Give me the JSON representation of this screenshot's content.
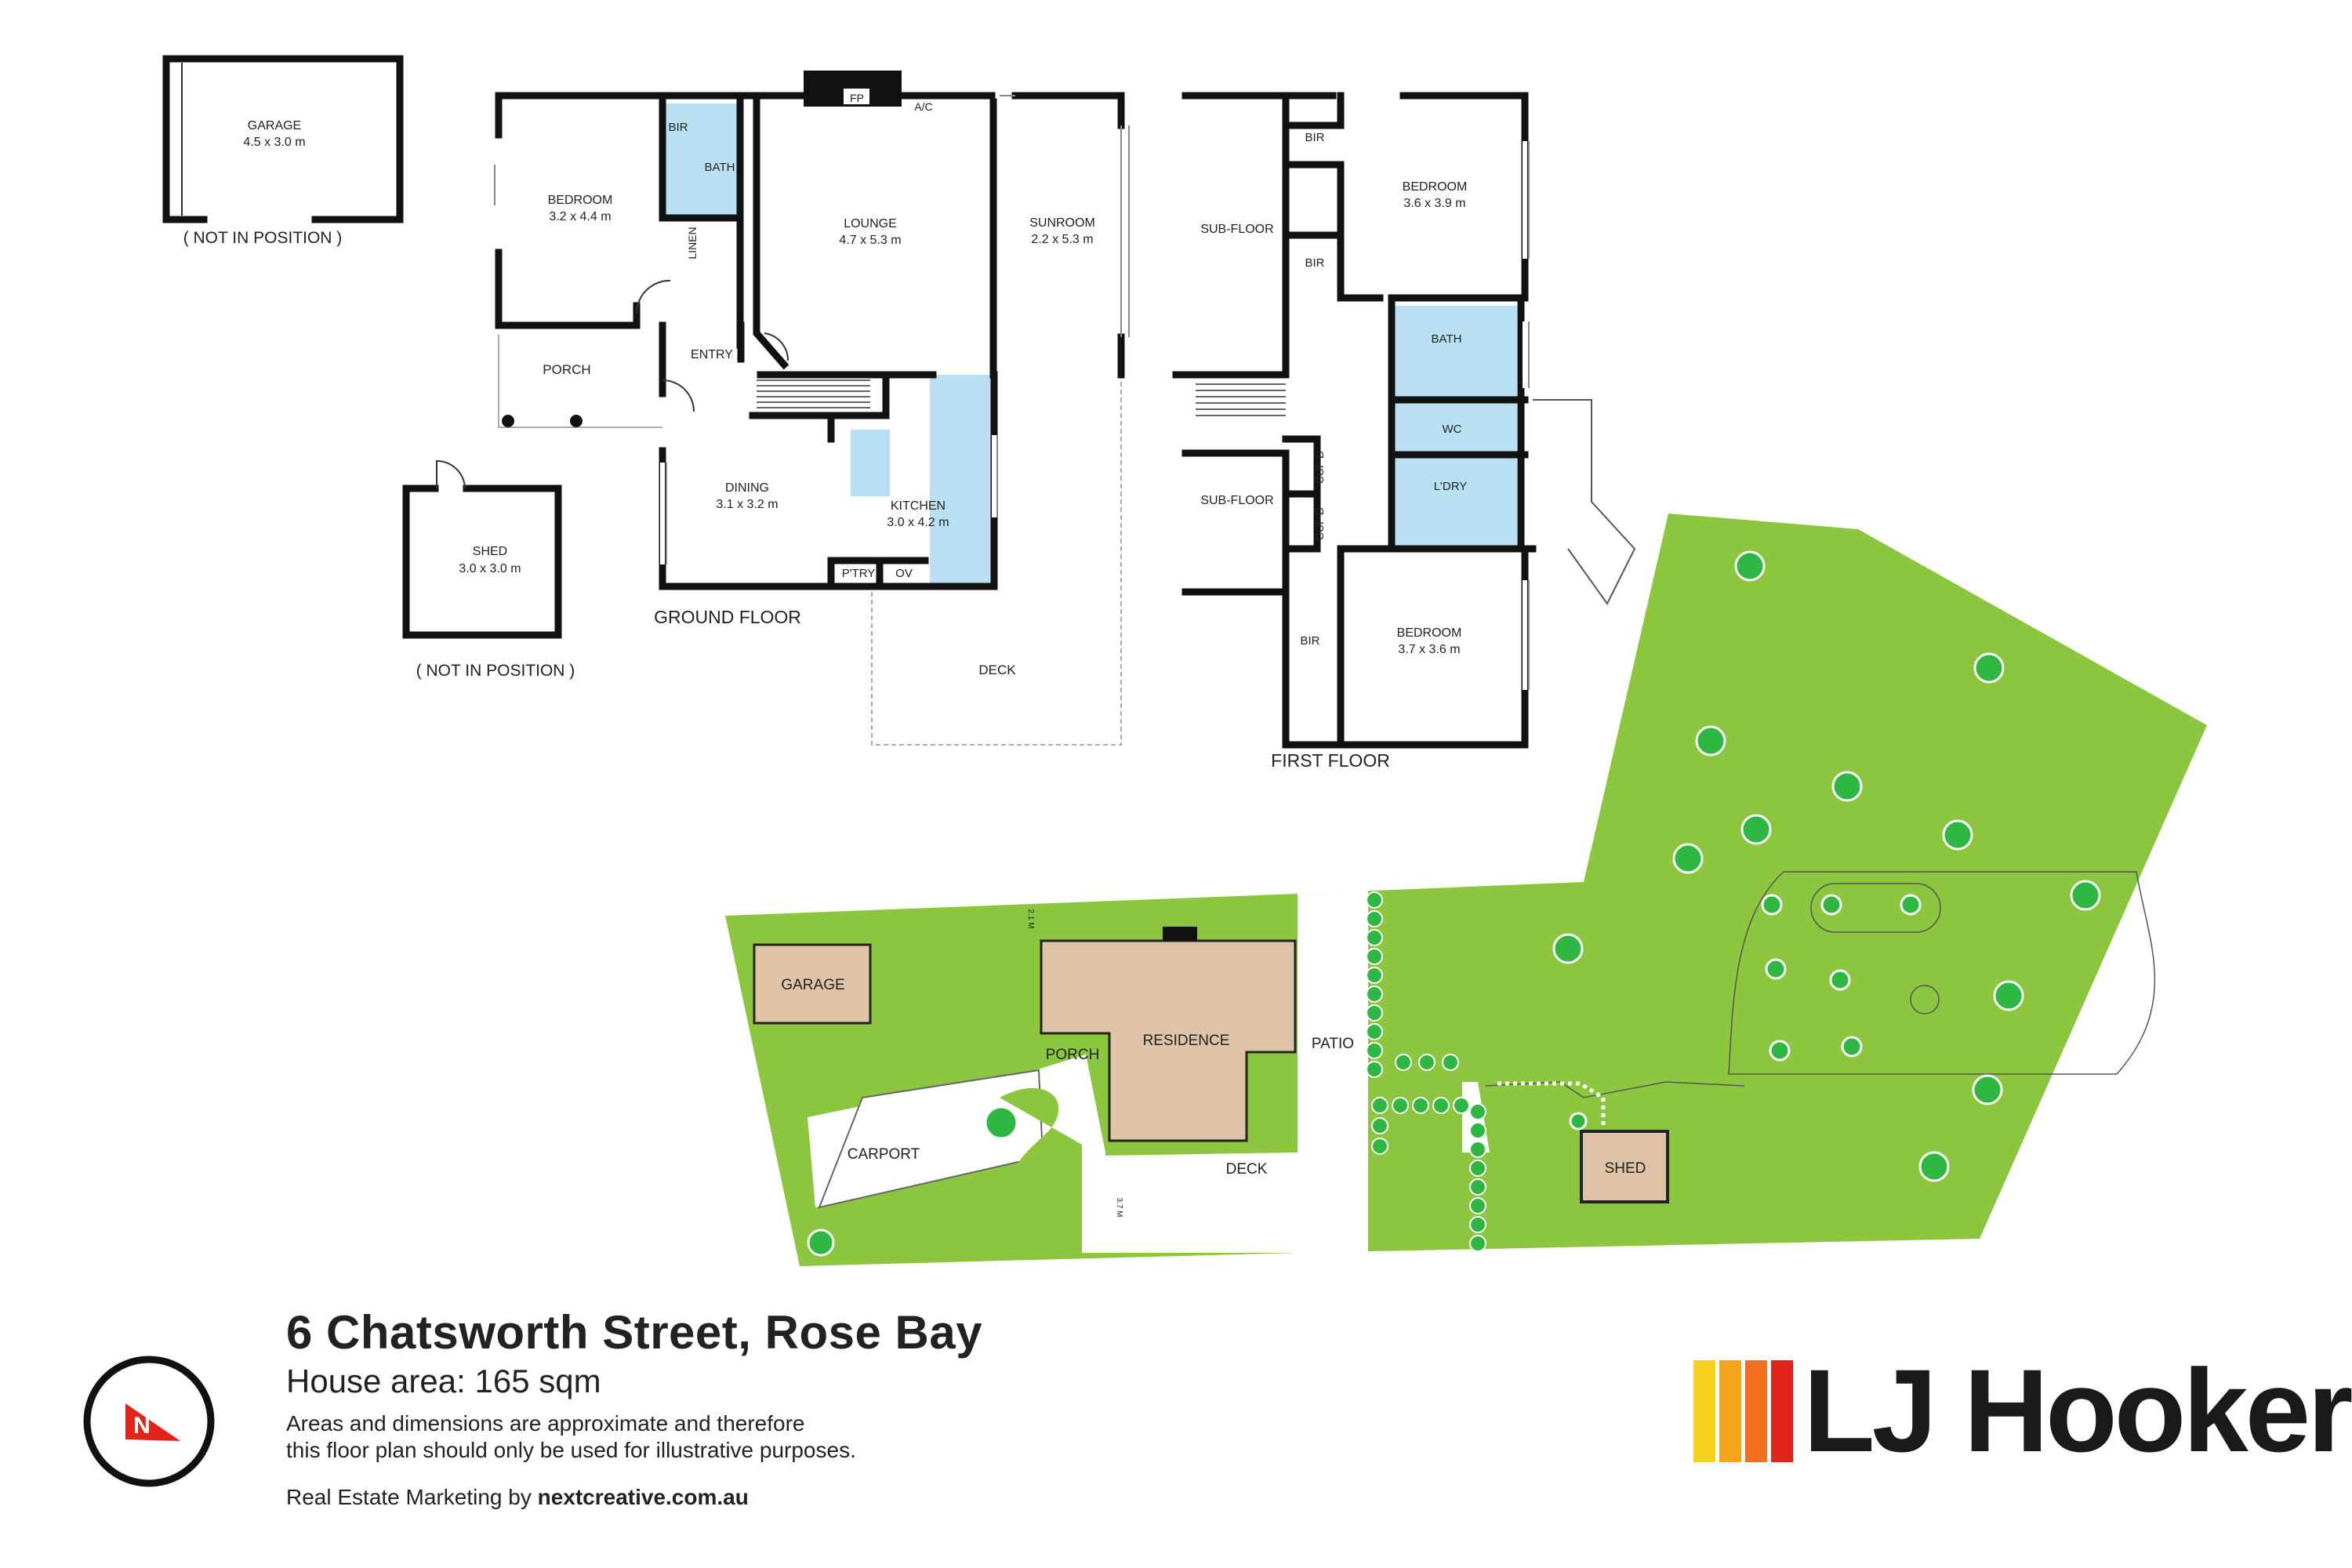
{
  "detached": {
    "garage": {
      "name": "GARAGE",
      "dims": "4.5 x 3.0 m",
      "note": "( NOT IN POSITION )"
    },
    "shed": {
      "name": "SHED",
      "dims": "3.0 x 3.0 m",
      "note": "( NOT IN POSITION )"
    }
  },
  "ground_floor": {
    "title": "GROUND FLOOR",
    "rooms": {
      "bedroom": {
        "name": "BEDROOM",
        "dims": "3.2 x 4.4 m"
      },
      "bir": "BIR",
      "bath": "BATH",
      "linen": "LINEN",
      "fp": "FP",
      "ac": "A/C",
      "lounge": {
        "name": "LOUNGE",
        "dims": "4.7 x 5.3 m"
      },
      "sunroom": {
        "name": "SUNROOM",
        "dims": "2.2 x 5.3 m"
      },
      "porch": "PORCH",
      "entry": "ENTRY",
      "dining": {
        "name": "DINING",
        "dims": "3.1 x 3.2 m"
      },
      "kitchen": {
        "name": "KITCHEN",
        "dims": "3.0 x 4.2 m"
      },
      "pantry": "P'TRY",
      "ov": "OV",
      "deck": "DECK"
    }
  },
  "first_floor": {
    "title": "FIRST FLOOR",
    "rooms": {
      "subfloor_top": "SUB-FLOOR",
      "subfloor_bottom": "SUB-FLOOR",
      "bir_top": "BIR",
      "bir_mid": "BIR",
      "bir_bottom": "BIR",
      "bedroom_top": {
        "name": "BEDROOM",
        "dims": "3.6 x 3.9 m"
      },
      "bath": "BATH",
      "wc": "WC",
      "ldry": "L'DRY",
      "cupd1": "CUP'D",
      "cupd2": "CUP'D",
      "bedroom_bottom": {
        "name": "BEDROOM",
        "dims": "3.7 x 3.6 m"
      }
    }
  },
  "site_plan": {
    "garage": "GARAGE",
    "residence": "RESIDENCE",
    "porch": "PORCH",
    "patio": "PATIO",
    "carport": "CARPORT",
    "deck": "DECK",
    "shed": "SHED",
    "dim_top": "2.1 M",
    "dim_bottom": "3.7 M"
  },
  "footer": {
    "address": "6 Chatsworth Street, Rose Bay",
    "house_area": "House area: 165 sqm",
    "disclaimer_line1": "Areas and dimensions are approximate and therefore",
    "disclaimer_line2": "this floor plan should only be used for illustrative purposes.",
    "marketing_prefix": "Real Estate Marketing by ",
    "marketing_site": "nextcreative.com.au"
  },
  "compass": {
    "letter": "N",
    "icon": "north-arrow-icon"
  },
  "brand": {
    "logo_text": "LJ Hooker",
    "bar_colors": [
      "#f5d11e",
      "#f7a51b",
      "#f37021",
      "#e2231a"
    ]
  },
  "colors": {
    "lawn": "#8cc63f",
    "wet_area": "#b8e0f2",
    "building": "#dfc3a7",
    "tree": "#2fb744",
    "compass_red": "#e2231a"
  }
}
